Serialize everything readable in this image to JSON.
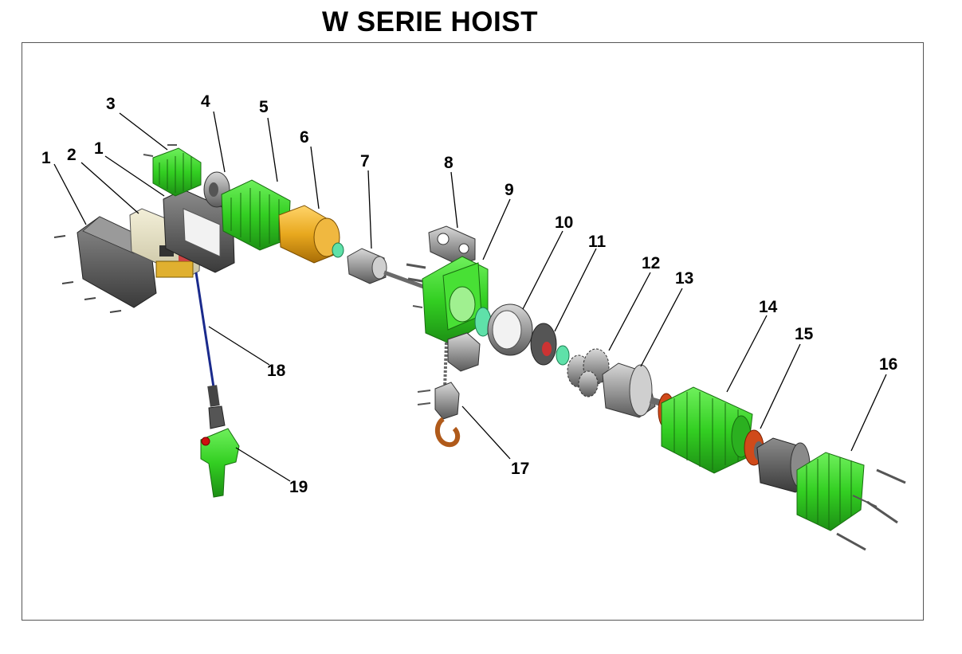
{
  "title": "W SERIE HOIST",
  "callouts": [
    "1",
    "2",
    "1",
    "3",
    "4",
    "5",
    "6",
    "7",
    "8",
    "9",
    "10",
    "11",
    "12",
    "13",
    "14",
    "15",
    "16",
    "17",
    "18",
    "19"
  ],
  "colors": {
    "housing_green": "#3ddc2a",
    "dark_green": "#1f9a17",
    "drum_yellow": "#e8a81e",
    "metal_gray": "#a9a9a9",
    "dark_gray": "#5e5e5e",
    "cable_blue": "#1a2a8c",
    "background": "#ffffff"
  },
  "icons": [
    "hoist-exploded-view-drawing"
  ]
}
